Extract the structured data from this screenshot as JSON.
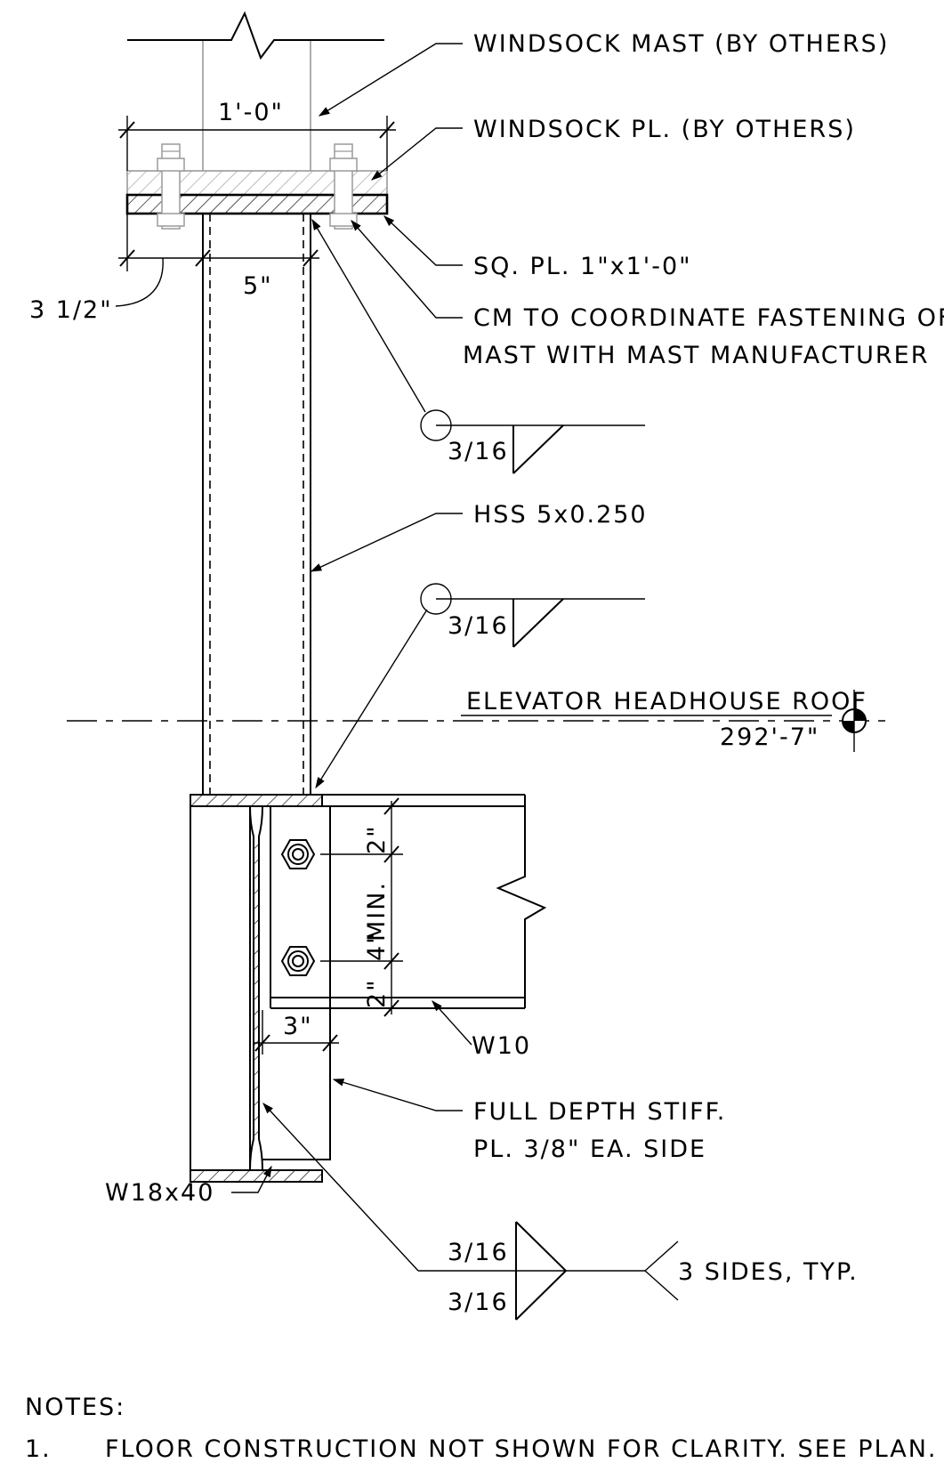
{
  "callouts": {
    "mast": "WINDSOCK MAST (BY OTHERS)",
    "windsock_plate": "WINDSOCK PL. (BY OTHERS)",
    "square_plate": "SQ. PL. 1\"x1'-0\"",
    "cm_line1": "CM TO COORDINATE FASTENING OF",
    "cm_line2": "MAST WITH MAST MANUFACTURER",
    "hss": "HSS 5x0.250",
    "w10": "W10",
    "stiffener_line1": "FULL DEPTH STIFF.",
    "stiffener_line2": "PL. 3/8\" EA. SIDE",
    "w18": "W18x40",
    "three_sides": "3 SIDES, TYP."
  },
  "dimensions": {
    "plate_width": "1'-0\"",
    "hss_width": "5\"",
    "offset": "3 1/2\"",
    "bolt_edge_top": "2\"",
    "bolt_spacing": "4\"",
    "bolt_edge_bottom": "2\"",
    "min": "MIN.",
    "stiffener_width": "3\""
  },
  "welds": {
    "upper": "3/16",
    "middle": "3/16",
    "lower_top": "3/16",
    "lower_bottom": "3/16"
  },
  "elevation": {
    "label": "ELEVATOR HEADHOUSE ROOF",
    "value": "292'-7\""
  },
  "notes": {
    "heading": "NOTES:",
    "items": [
      {
        "number": "1.",
        "text": "FLOOR CONSTRUCTION NOT SHOWN FOR CLARITY.  SEE PLAN."
      }
    ]
  }
}
